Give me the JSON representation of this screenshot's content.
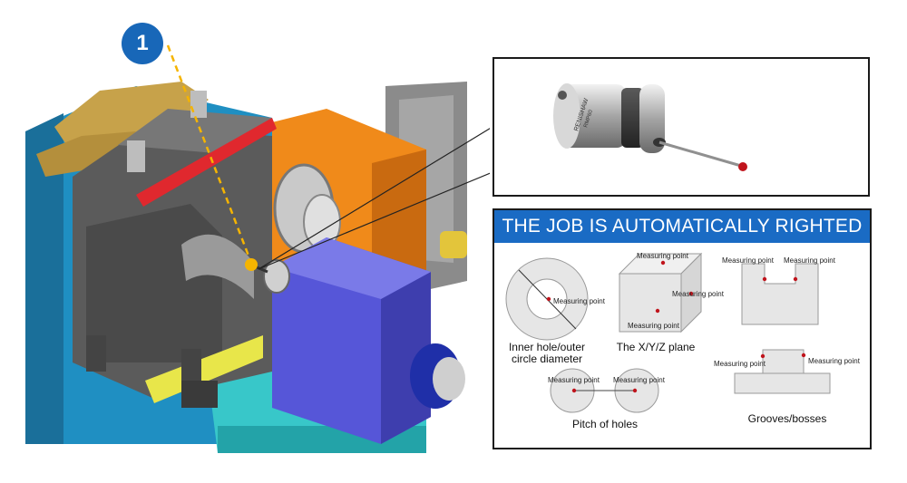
{
  "badge": {
    "number": "1"
  },
  "probe": {
    "brand_text": "RENISHAW",
    "model_text": "RMP60"
  },
  "results": {
    "title": "THE JOB IS AUTOMATICALLY RIGHTED",
    "measuring_point": "Measuring point",
    "captions": {
      "circle": "Inner hole/outer circle diameter",
      "plane": "The X/Y/Z plane",
      "pitch": "Pitch of holes",
      "grooves": "Grooves/bosses"
    }
  },
  "colors": {
    "accent_blue": "#1a6bc4",
    "badge_blue": "#1867b8",
    "laser_yellow": "#f5b400",
    "measure_red": "#c0141c",
    "shape_gray": "#e6e6e6"
  }
}
